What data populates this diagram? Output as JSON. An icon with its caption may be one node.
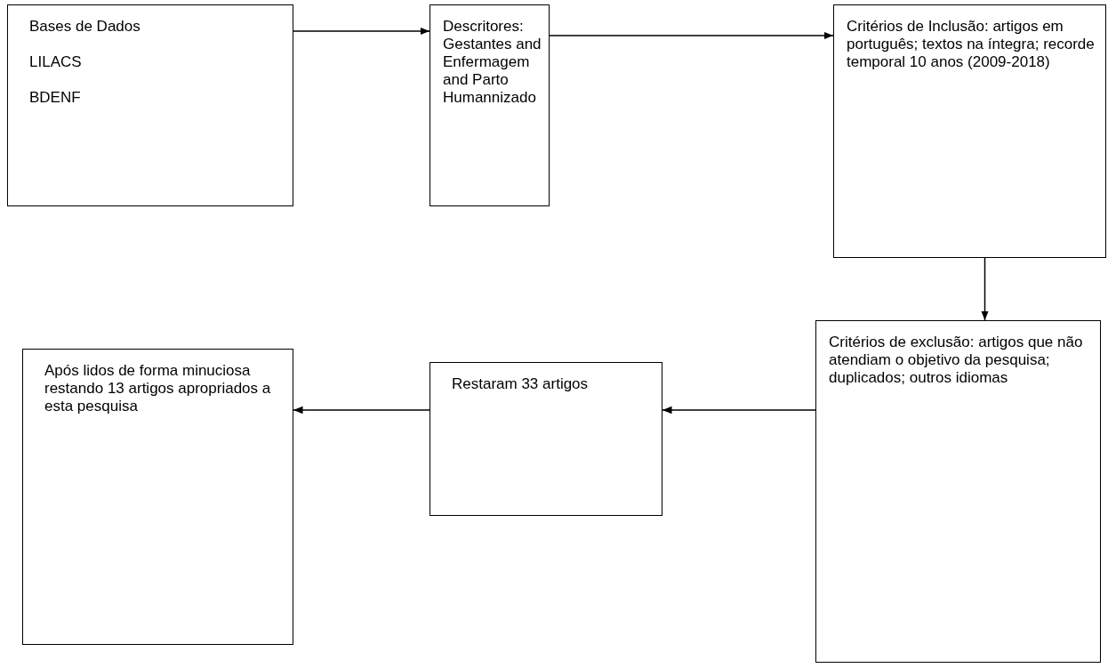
{
  "diagram": {
    "nodes": [
      {
        "text": [
          "Bases de Dados",
          "LILACS",
          "BDENF"
        ]
      },
      {
        "text": [
          "Descritores: Gestantes and Enfermagem and Parto Humannizado"
        ]
      },
      {
        "text": [
          "Critérios de Inclusão: artigos em português; textos na íntegra; recorde temporal 10 anos (2009-2018)"
        ]
      },
      {
        "text": [
          "Critérios de exclusão: artigos que não atendiam o objetivo da pesquisa; duplicados; outros idiomas"
        ]
      },
      {
        "text": [
          "Restaram 33 artigos"
        ]
      },
      {
        "text": [
          "Após lidos de forma minuciosa restando 13 artigos apropriados a esta pesquisa"
        ]
      }
    ],
    "edges": [
      {
        "from": 0,
        "to": 1,
        "arrow": "to"
      },
      {
        "from": 1,
        "to": 2,
        "arrow": "to"
      },
      {
        "from": 2,
        "to": 3,
        "arrow": "to"
      },
      {
        "from": 3,
        "to": 4,
        "arrow": "to"
      },
      {
        "from": 4,
        "to": 5,
        "arrow": "to"
      }
    ]
  }
}
